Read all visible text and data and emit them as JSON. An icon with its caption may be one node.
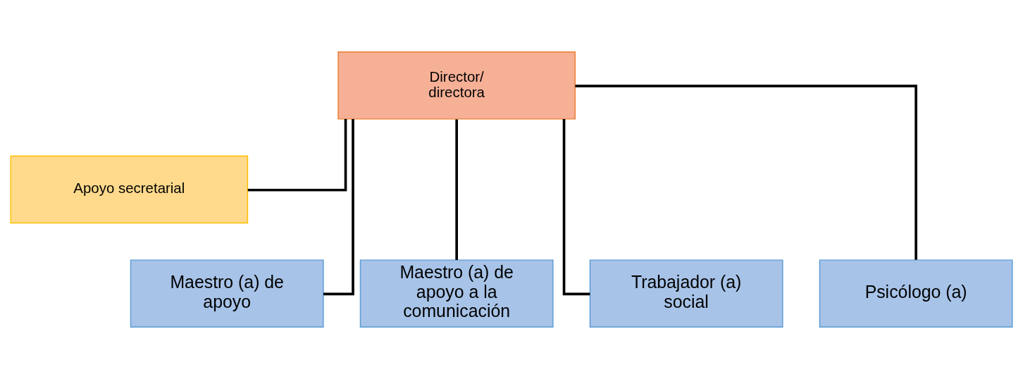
{
  "diagram": {
    "nodes": [
      {
        "text": [
          "Director/ directora"
        ]
      },
      {
        "text": [
          "Apoyo secretarial"
        ]
      },
      {
        "text": [
          "Maestro (a) de apoyo"
        ]
      },
      {
        "text": [
          "Maestro (a) de apoyo a la comunicación"
        ]
      },
      {
        "text": [
          "Trabajador (a) social"
        ]
      },
      {
        "text": [
          "Psicólogo (a)"
        ]
      }
    ],
    "edges": [
      {
        "from": 0,
        "to": 1,
        "arrow": "none"
      },
      {
        "from": 0,
        "to": 2,
        "arrow": "none"
      },
      {
        "from": 0,
        "to": 3,
        "arrow": "none"
      },
      {
        "from": 0,
        "to": 4,
        "arrow": "none"
      },
      {
        "from": 0,
        "to": 5,
        "arrow": "none"
      }
    ]
  }
}
